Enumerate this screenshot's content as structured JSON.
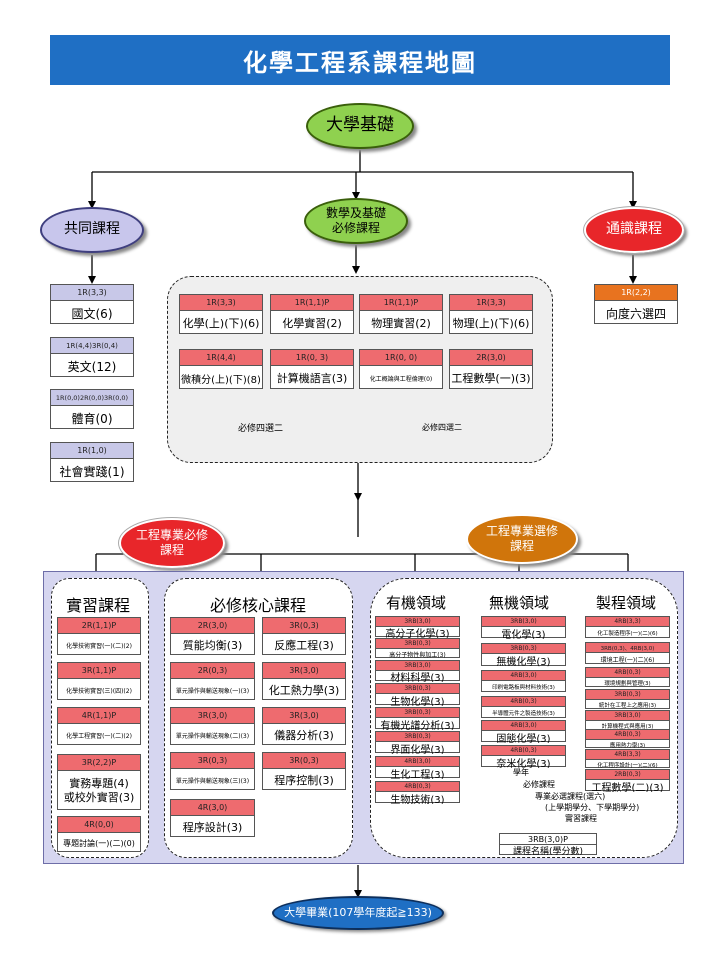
{
  "title": "化學工程系課程地圖",
  "top": "大學基礎",
  "branches": {
    "common": "共同課程",
    "math_line1": "數學及基礎",
    "math_line2": "必修課程",
    "general": "通識課程"
  },
  "common_courses": [
    {
      "code": "1R(3,3)",
      "name": "國文(6)"
    },
    {
      "code": "1R(4,4)3R(0,4)",
      "name": "英文(12)"
    },
    {
      "code": "1R(0,0)2R(0,0)3R(0,0)",
      "name": "體育(0)"
    },
    {
      "code": "1R(1,0)",
      "name": "社會實踐(1)"
    }
  ],
  "general_course": {
    "code": "1R(2,2)",
    "name": "向度六選四"
  },
  "basic_courses": [
    {
      "code": "1R(3,3)",
      "name": "化學(上)(下)(6)"
    },
    {
      "code": "1R(1,1)P",
      "name": "化學實習(2)"
    },
    {
      "code": "1R(1,1)P",
      "name": "物理實習(2)"
    },
    {
      "code": "1R(3,3)",
      "name": "物理(上)(下)(6)"
    },
    {
      "code": "1R(4,4)",
      "name": "微積分(上)(下)(8)"
    },
    {
      "code": "1R(0, 3)",
      "name": "計算機語言(3)"
    },
    {
      "code": "1R(0, 0)",
      "name": "化工概論與工程倫理(0)"
    },
    {
      "code": "2R(3,0)",
      "name": "工程數學(一)(3)"
    }
  ],
  "basic_notes": [
    "必修四選二",
    "必修四選二"
  ],
  "pro_required": {
    "line1": "工程專業必修",
    "line2": "課程"
  },
  "pro_elective": {
    "line1": "工程專業選修",
    "line2": "課程"
  },
  "practice": {
    "title": "實習課程",
    "courses": [
      {
        "code": "2R(1,1)P",
        "name": "化學技術實習(一)(二)(2)"
      },
      {
        "code": "3R(1,1)P",
        "name": "化學技術實習(三)(四)(2)"
      },
      {
        "code": "4R(1,1)P",
        "name": "化學工程實習(一)(二)(2)"
      },
      {
        "code": "3R(2,2)P",
        "name1": "實務專題(4)",
        "name2": "或校外實習(3)"
      },
      {
        "code": "4R(0,0)",
        "name": "專題討論(一)(二)(0)"
      }
    ]
  },
  "core": {
    "title": "必修核心課程",
    "left": [
      {
        "code": "2R(3,0)",
        "name": "質能均衡(3)"
      },
      {
        "code": "2R(0,3)",
        "name": "單元操作與輸送現象(一)(3)"
      },
      {
        "code": "3R(3,0)",
        "name": "單元操作與輸送現象(二)(3)"
      },
      {
        "code": "3R(0,3)",
        "name": "單元操作與輸送現象(三)(3)"
      },
      {
        "code": "4R(3,0)",
        "name": "程序設計(3)"
      }
    ],
    "right": [
      {
        "code": "3R(0,3)",
        "name": "反應工程(3)"
      },
      {
        "code": "3R(3,0)",
        "name": "化工熱力學(3)"
      },
      {
        "code": "3R(3,0)",
        "name": "儀器分析(3)"
      },
      {
        "code": "3R(0,3)",
        "name": "程序控制(3)"
      }
    ]
  },
  "domains": {
    "organic": {
      "title": "有機領域",
      "courses": [
        {
          "code": "3RB(3,0)",
          "name": "高分子化學(3)"
        },
        {
          "code": "3RB(0,3)",
          "name": "高分子物性與加工(3)"
        },
        {
          "code": "3RB(3,0)",
          "name": "材料科學(3)"
        },
        {
          "code": "3RB(0,3)",
          "name": "生物化學(3)"
        },
        {
          "code": "3RB(0,3)",
          "name": "有機光譜分析(3)"
        },
        {
          "code": "3RB(0,3)",
          "name": "界面化學(3)"
        },
        {
          "code": "4RB(3,0)",
          "name": "生化工程(3)"
        },
        {
          "code": "4RB(0,3)",
          "name": "生物技術(3)"
        }
      ]
    },
    "inorganic": {
      "title": "無機領域",
      "courses": [
        {
          "code": "3RB(3,0)",
          "name": "電化學(3)"
        },
        {
          "code": "3RB(0,3)",
          "name": "無機化學(3)"
        },
        {
          "code": "4RB(3,0)",
          "name": "印刷電路板與材料技術(3)"
        },
        {
          "code": "4RB(0,3)",
          "name": "半導體元件之製造技術(3)"
        },
        {
          "code": "4RB(3,0)",
          "name": "固態化學(3)"
        },
        {
          "code": "4RB(0,3)",
          "name": "奈米化學(3)"
        }
      ]
    },
    "process": {
      "title": "製程領域",
      "courses": [
        {
          "code": "4RB(3,3)",
          "name": "化工製造程序(一)(二)(6)"
        },
        {
          "code": "3RB(0,3)、4RB(3,0)",
          "name": "環境工程(一)(二)(6)"
        },
        {
          "code": "4RB(0,3)",
          "name": "環境規劃與管理(3)"
        },
        {
          "code": "3RB(0,3)",
          "name": "統計在工程上之應用(3)"
        },
        {
          "code": "3RB(3,0)",
          "name": "計算機程式與應用(3)"
        },
        {
          "code": "4RB(0,3)",
          "name": "應用熱力學(3)"
        },
        {
          "code": "4RB(3,3)",
          "name": "化工程序設計(一)(二)(6)"
        },
        {
          "code": "2RB(0,3)",
          "name": "工程數學(二)(3)"
        }
      ]
    }
  },
  "legend": {
    "items": [
      "學年",
      "必修課程",
      "專業必選課程(選六)",
      "(上學期學分、下學期學分)",
      "實習課程"
    ],
    "code": "3RB(3,0)P",
    "name": "課程名稱(學分數)"
  },
  "graduation": "大學畢業(107學年度起≧133)"
}
